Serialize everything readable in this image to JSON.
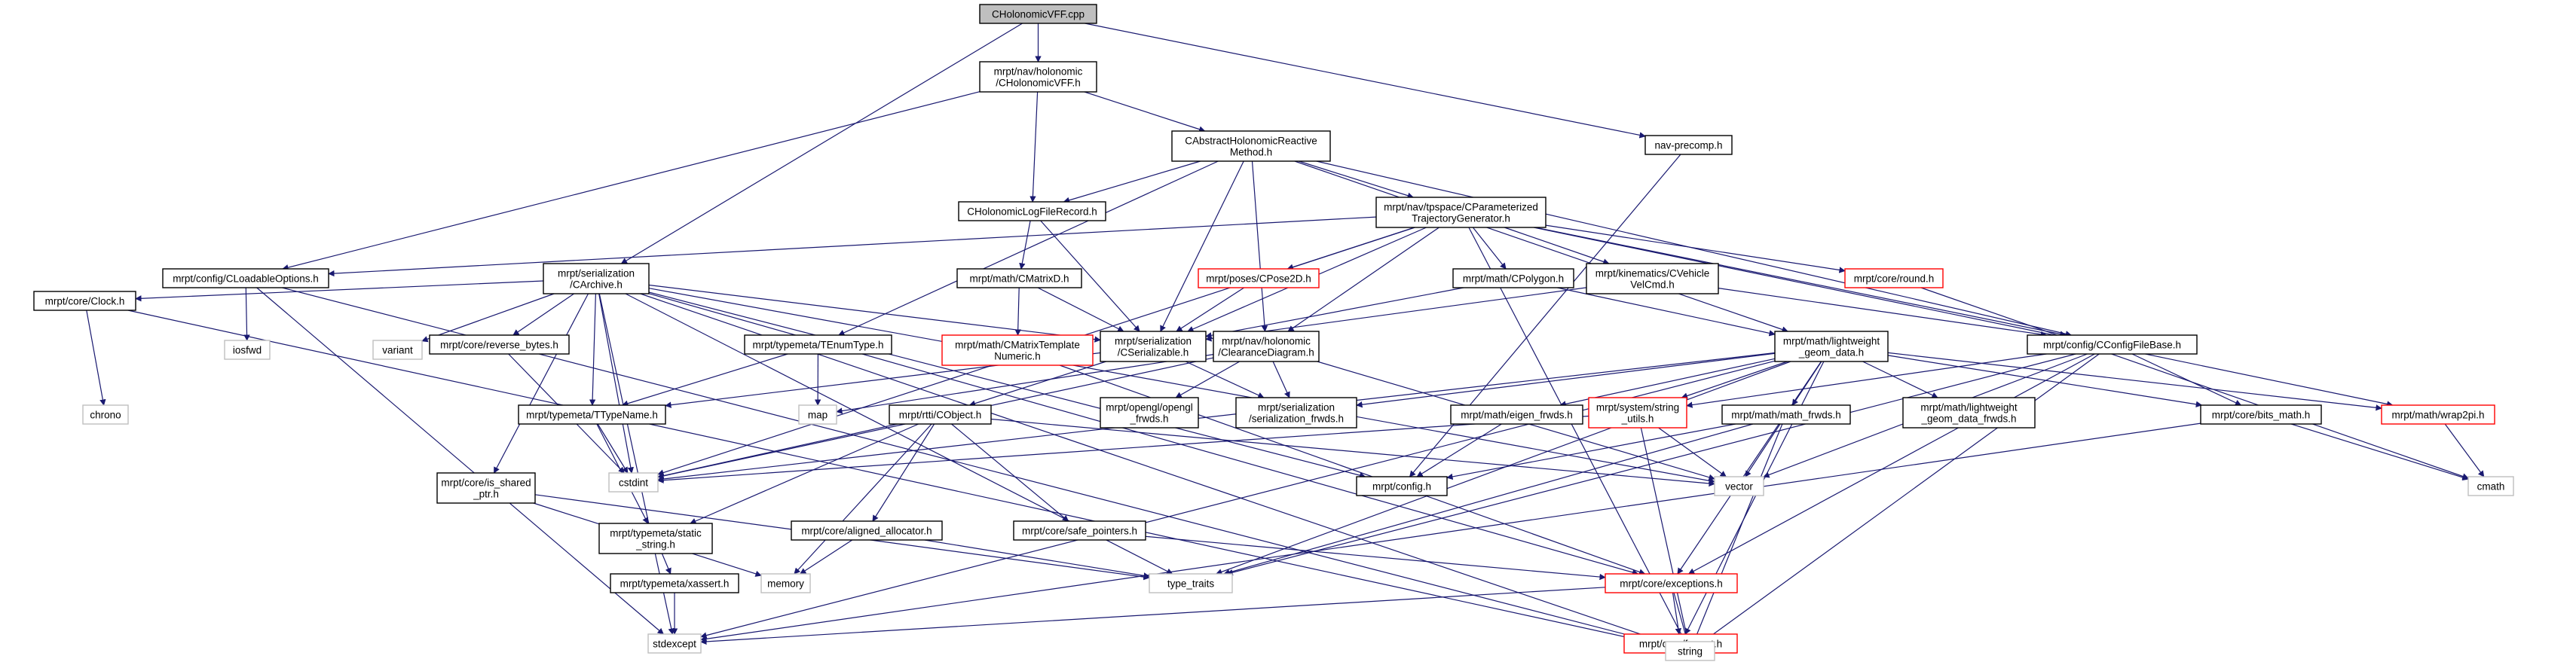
{
  "colors": {
    "edge": "#191970",
    "root_fill": "#bfbfbf",
    "missing_border": "#ff0000",
    "system_border": "#bfbfbf"
  },
  "nodes": [
    {
      "id": "n_root",
      "lines": [
        "CHolonomicVFF.cpp"
      ],
      "kind": "root"
    },
    {
      "id": "n_hvff",
      "lines": [
        "mrpt/nav/holonomic",
        "/CHolonomicVFF.h"
      ],
      "kind": "normal"
    },
    {
      "id": "n_navprecomp",
      "lines": [
        "nav-precomp.h"
      ],
      "kind": "normal"
    },
    {
      "id": "n_absholo",
      "lines": [
        "CAbstractHolonomicReactive",
        "Method.h"
      ],
      "kind": "normal"
    },
    {
      "id": "n_loadopts",
      "lines": [
        "mrpt/config/CLoadableOptions.h"
      ],
      "kind": "normal"
    },
    {
      "id": "n_logrec",
      "lines": [
        "CHolonomicLogFileRecord.h"
      ],
      "kind": "normal"
    },
    {
      "id": "n_ptg",
      "lines": [
        "mrpt/nav/tpspace/CParameterized",
        "TrajectoryGenerator.h"
      ],
      "kind": "normal"
    },
    {
      "id": "n_archive",
      "lines": [
        "mrpt/serialization",
        "/CArchive.h"
      ],
      "kind": "normal"
    },
    {
      "id": "n_cmatrixd",
      "lines": [
        "mrpt/math/CMatrixD.h"
      ],
      "kind": "normal"
    },
    {
      "id": "n_cpose2d",
      "lines": [
        "mrpt/poses/CPose2D.h"
      ],
      "kind": "missing"
    },
    {
      "id": "n_cpolygon",
      "lines": [
        "mrpt/math/CPolygon.h"
      ],
      "kind": "normal"
    },
    {
      "id": "n_vehvel",
      "lines": [
        "mrpt/kinematics/CVehicle",
        "VelCmd.h"
      ],
      "kind": "normal"
    },
    {
      "id": "n_round",
      "lines": [
        "mrpt/core/round.h"
      ],
      "kind": "missing"
    },
    {
      "id": "n_clock",
      "lines": [
        "mrpt/core/Clock.h"
      ],
      "kind": "normal"
    },
    {
      "id": "n_iosfwd",
      "lines": [
        "iosfwd"
      ],
      "kind": "sys"
    },
    {
      "id": "n_variant",
      "lines": [
        "variant"
      ],
      "kind": "sys"
    },
    {
      "id": "n_revbytes",
      "lines": [
        "mrpt/core/reverse_bytes.h"
      ],
      "kind": "normal"
    },
    {
      "id": "n_enumtype",
      "lines": [
        "mrpt/typemeta/TEnumType.h"
      ],
      "kind": "normal"
    },
    {
      "id": "n_matrixtpl",
      "lines": [
        "mrpt/math/CMatrixTemplate",
        "Numeric.h"
      ],
      "kind": "missing"
    },
    {
      "id": "n_cserial",
      "lines": [
        "mrpt/serialization",
        "/CSerializable.h"
      ],
      "kind": "normal"
    },
    {
      "id": "n_clearance",
      "lines": [
        "mrpt/nav/holonomic",
        "/ClearanceDiagram.h"
      ],
      "kind": "normal"
    },
    {
      "id": "n_lwgeom",
      "lines": [
        "mrpt/math/lightweight",
        "_geom_data.h"
      ],
      "kind": "normal"
    },
    {
      "id": "n_cfgfilebase",
      "lines": [
        "mrpt/config/CConfigFileBase.h"
      ],
      "kind": "normal"
    },
    {
      "id": "n_chrono",
      "lines": [
        "chrono"
      ],
      "kind": "sys"
    },
    {
      "id": "n_ttypename",
      "lines": [
        "mrpt/typemeta/TTypeName.h"
      ],
      "kind": "normal"
    },
    {
      "id": "n_map",
      "lines": [
        "map"
      ],
      "kind": "sys"
    },
    {
      "id": "n_cobject",
      "lines": [
        "mrpt/rtti/CObject.h"
      ],
      "kind": "normal"
    },
    {
      "id": "n_openglfrwds",
      "lines": [
        "mrpt/opengl/opengl",
        "_frwds.h"
      ],
      "kind": "normal"
    },
    {
      "id": "n_serfrwds",
      "lines": [
        "mrpt/serialization",
        "/serialization_frwds.h"
      ],
      "kind": "normal"
    },
    {
      "id": "n_eigenfrwds",
      "lines": [
        "mrpt/math/eigen_frwds.h"
      ],
      "kind": "normal"
    },
    {
      "id": "n_strutils",
      "lines": [
        "mrpt/system/string",
        "_utils.h"
      ],
      "kind": "missing"
    },
    {
      "id": "n_mathfrwds",
      "lines": [
        "mrpt/math/math_frwds.h"
      ],
      "kind": "normal"
    },
    {
      "id": "n_lwfrwds",
      "lines": [
        "mrpt/math/lightweight",
        "_geom_data_frwds.h"
      ],
      "kind": "normal"
    },
    {
      "id": "n_bitsmath",
      "lines": [
        "mrpt/core/bits_math.h"
      ],
      "kind": "normal"
    },
    {
      "id": "n_wrap2pi",
      "lines": [
        "mrpt/math/wrap2pi.h"
      ],
      "kind": "missing"
    },
    {
      "id": "n_isshared",
      "lines": [
        "mrpt/core/is_shared",
        "_ptr.h"
      ],
      "kind": "normal"
    },
    {
      "id": "n_cstdint",
      "lines": [
        "cstdint"
      ],
      "kind": "sys"
    },
    {
      "id": "n_staticstr",
      "lines": [
        "mrpt/typemeta/static",
        "_string.h"
      ],
      "kind": "normal"
    },
    {
      "id": "n_alignalloc",
      "lines": [
        "mrpt/core/aligned_allocator.h"
      ],
      "kind": "normal"
    },
    {
      "id": "n_safeptr",
      "lines": [
        "mrpt/core/safe_pointers.h"
      ],
      "kind": "normal"
    },
    {
      "id": "n_config",
      "lines": [
        "mrpt/config.h"
      ],
      "kind": "normal"
    },
    {
      "id": "n_vector",
      "lines": [
        "vector"
      ],
      "kind": "sys"
    },
    {
      "id": "n_cmath",
      "lines": [
        "cmath"
      ],
      "kind": "sys"
    },
    {
      "id": "n_memory",
      "lines": [
        "memory"
      ],
      "kind": "sys"
    },
    {
      "id": "n_xassert",
      "lines": [
        "mrpt/typemeta/xassert.h"
      ],
      "kind": "normal"
    },
    {
      "id": "n_typetraits",
      "lines": [
        "type_traits"
      ],
      "kind": "sys"
    },
    {
      "id": "n_exceptions",
      "lines": [
        "mrpt/core/exceptions.h"
      ],
      "kind": "missing"
    },
    {
      "id": "n_stdexcept",
      "lines": [
        "stdexcept"
      ],
      "kind": "sys"
    },
    {
      "id": "n_format",
      "lines": [
        "mrpt/core/format.h"
      ],
      "kind": "missing"
    },
    {
      "id": "n_string",
      "lines": [
        "string"
      ],
      "kind": "sys"
    }
  ]
}
